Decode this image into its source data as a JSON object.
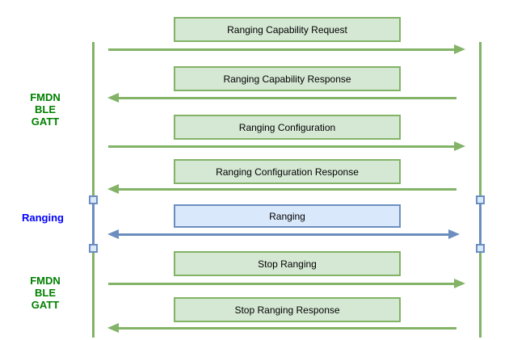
{
  "diagram": {
    "title_semantic": "FMDN ranging sequence diagram",
    "palette": {
      "green_box_fill": "#d5e8d4",
      "green_stroke": "#82b366",
      "blue_box_fill": "#dae8fc",
      "blue_stroke": "#6c8ebf",
      "green_label_text": "#008000",
      "blue_label_text": "#0000ff",
      "box_text": "#000000",
      "background": "#ffffff"
    },
    "side_labels": [
      {
        "text": "FMDN\nBLE\nGATT",
        "color_role": "green"
      },
      {
        "text": "Ranging",
        "color_role": "blue"
      },
      {
        "text": "FMDN\nBLE\nGATT",
        "color_role": "green"
      }
    ],
    "messages": [
      {
        "label": "Ranging Capability Request",
        "direction": "right",
        "color_role": "green"
      },
      {
        "label": "Ranging Capability Response",
        "direction": "left",
        "color_role": "green"
      },
      {
        "label": "Ranging Configuration",
        "direction": "right",
        "color_role": "green"
      },
      {
        "label": "Ranging Configuration Response",
        "direction": "left",
        "color_role": "green"
      },
      {
        "label": "Ranging",
        "direction": "both",
        "color_role": "blue"
      },
      {
        "label": "Stop Ranging",
        "direction": "right",
        "color_role": "green"
      },
      {
        "label": "Stop Ranging Response",
        "direction": "left",
        "color_role": "green"
      }
    ]
  }
}
